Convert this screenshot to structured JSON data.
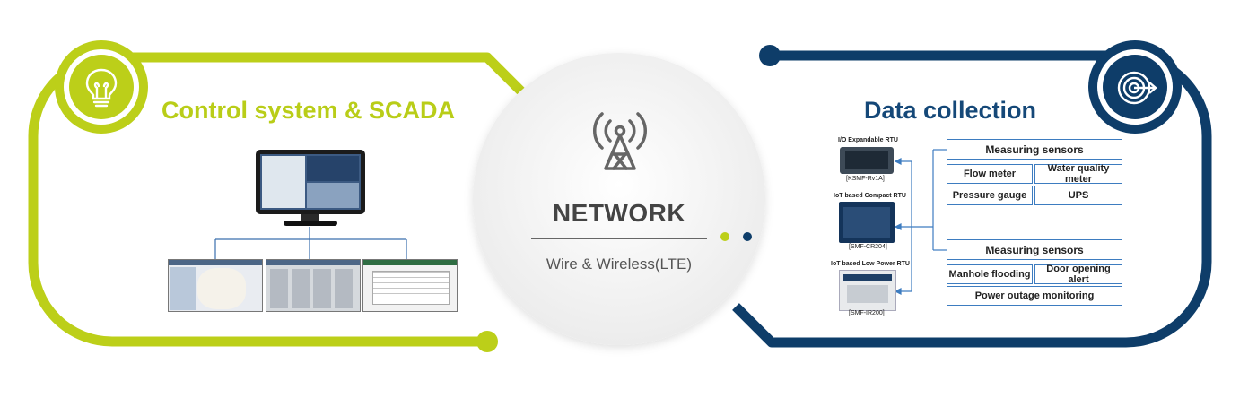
{
  "left": {
    "title": "Control system & SCADA",
    "icon": "lightbulb-icon"
  },
  "center": {
    "title": "NETWORK",
    "subtitle": "Wire & Wireless(LTE)",
    "icon": "antenna-tower-icon"
  },
  "right": {
    "title": "Data collection",
    "icon": "target-icon",
    "devices": [
      {
        "label": "I/O Expandable RTU",
        "code": "[KSMF-Rv1A]"
      },
      {
        "label": "IoT based Compact RTU",
        "code": "[SMF-CR204]"
      },
      {
        "label": "IoT based Low Power RTU",
        "code": "[SMF-IR200]"
      }
    ],
    "sensor_groups": [
      {
        "header": "Measuring sensors",
        "items": [
          "Flow meter",
          "Water quality meter",
          "Pressure gauge",
          "UPS"
        ]
      },
      {
        "header": "Measuring sensors",
        "items": [
          "Manhole flooding",
          "Door opening alert",
          "Power outage monitoring"
        ]
      }
    ]
  },
  "colors": {
    "lime": "#bccf19",
    "navy": "#0e3d69",
    "accent_blue": "#3d7cc0"
  }
}
